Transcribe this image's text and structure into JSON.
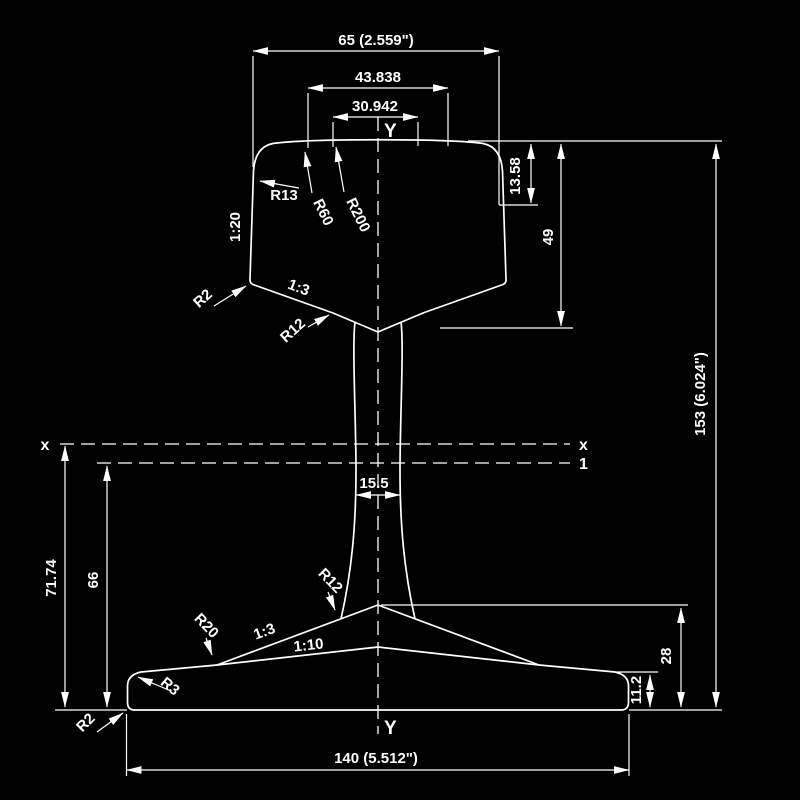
{
  "drawing": {
    "type": "rail-cross-section",
    "colors": {
      "background": "#000000",
      "line": "#ffffff"
    },
    "axes": {
      "y_top": "Y",
      "y_bottom": "Y",
      "x_left": "x",
      "x_right": "x",
      "section_line_1": "1"
    },
    "dimensions": {
      "head_width": "65 (2.559\")",
      "head_tangent_width": "43.838",
      "head_crown_width": "30.942",
      "head_corner_depth": "13.58",
      "head_height": "49",
      "total_height": "153 (6.024\")",
      "web_thickness": "15.5",
      "axis_to_base": "71.74",
      "line1_to_base": "66",
      "foot_height": "28",
      "foot_edge_thickness": "11.2",
      "foot_width": "140 (5.512\")"
    },
    "radii": {
      "head_corner": "R13",
      "head_shoulder": "R60",
      "head_crown": "R200",
      "head_lower_corner": "R2",
      "head_web_fillet": "R12",
      "web_foot_fillet": "R12",
      "foot_transition": "R20",
      "foot_edge_top": "R3",
      "foot_edge_bottom": "R2"
    },
    "slopes": {
      "head_side": "1:20",
      "head_underside": "1:3",
      "foot_top_inner": "1:3",
      "foot_top_outer": "1:10"
    }
  }
}
